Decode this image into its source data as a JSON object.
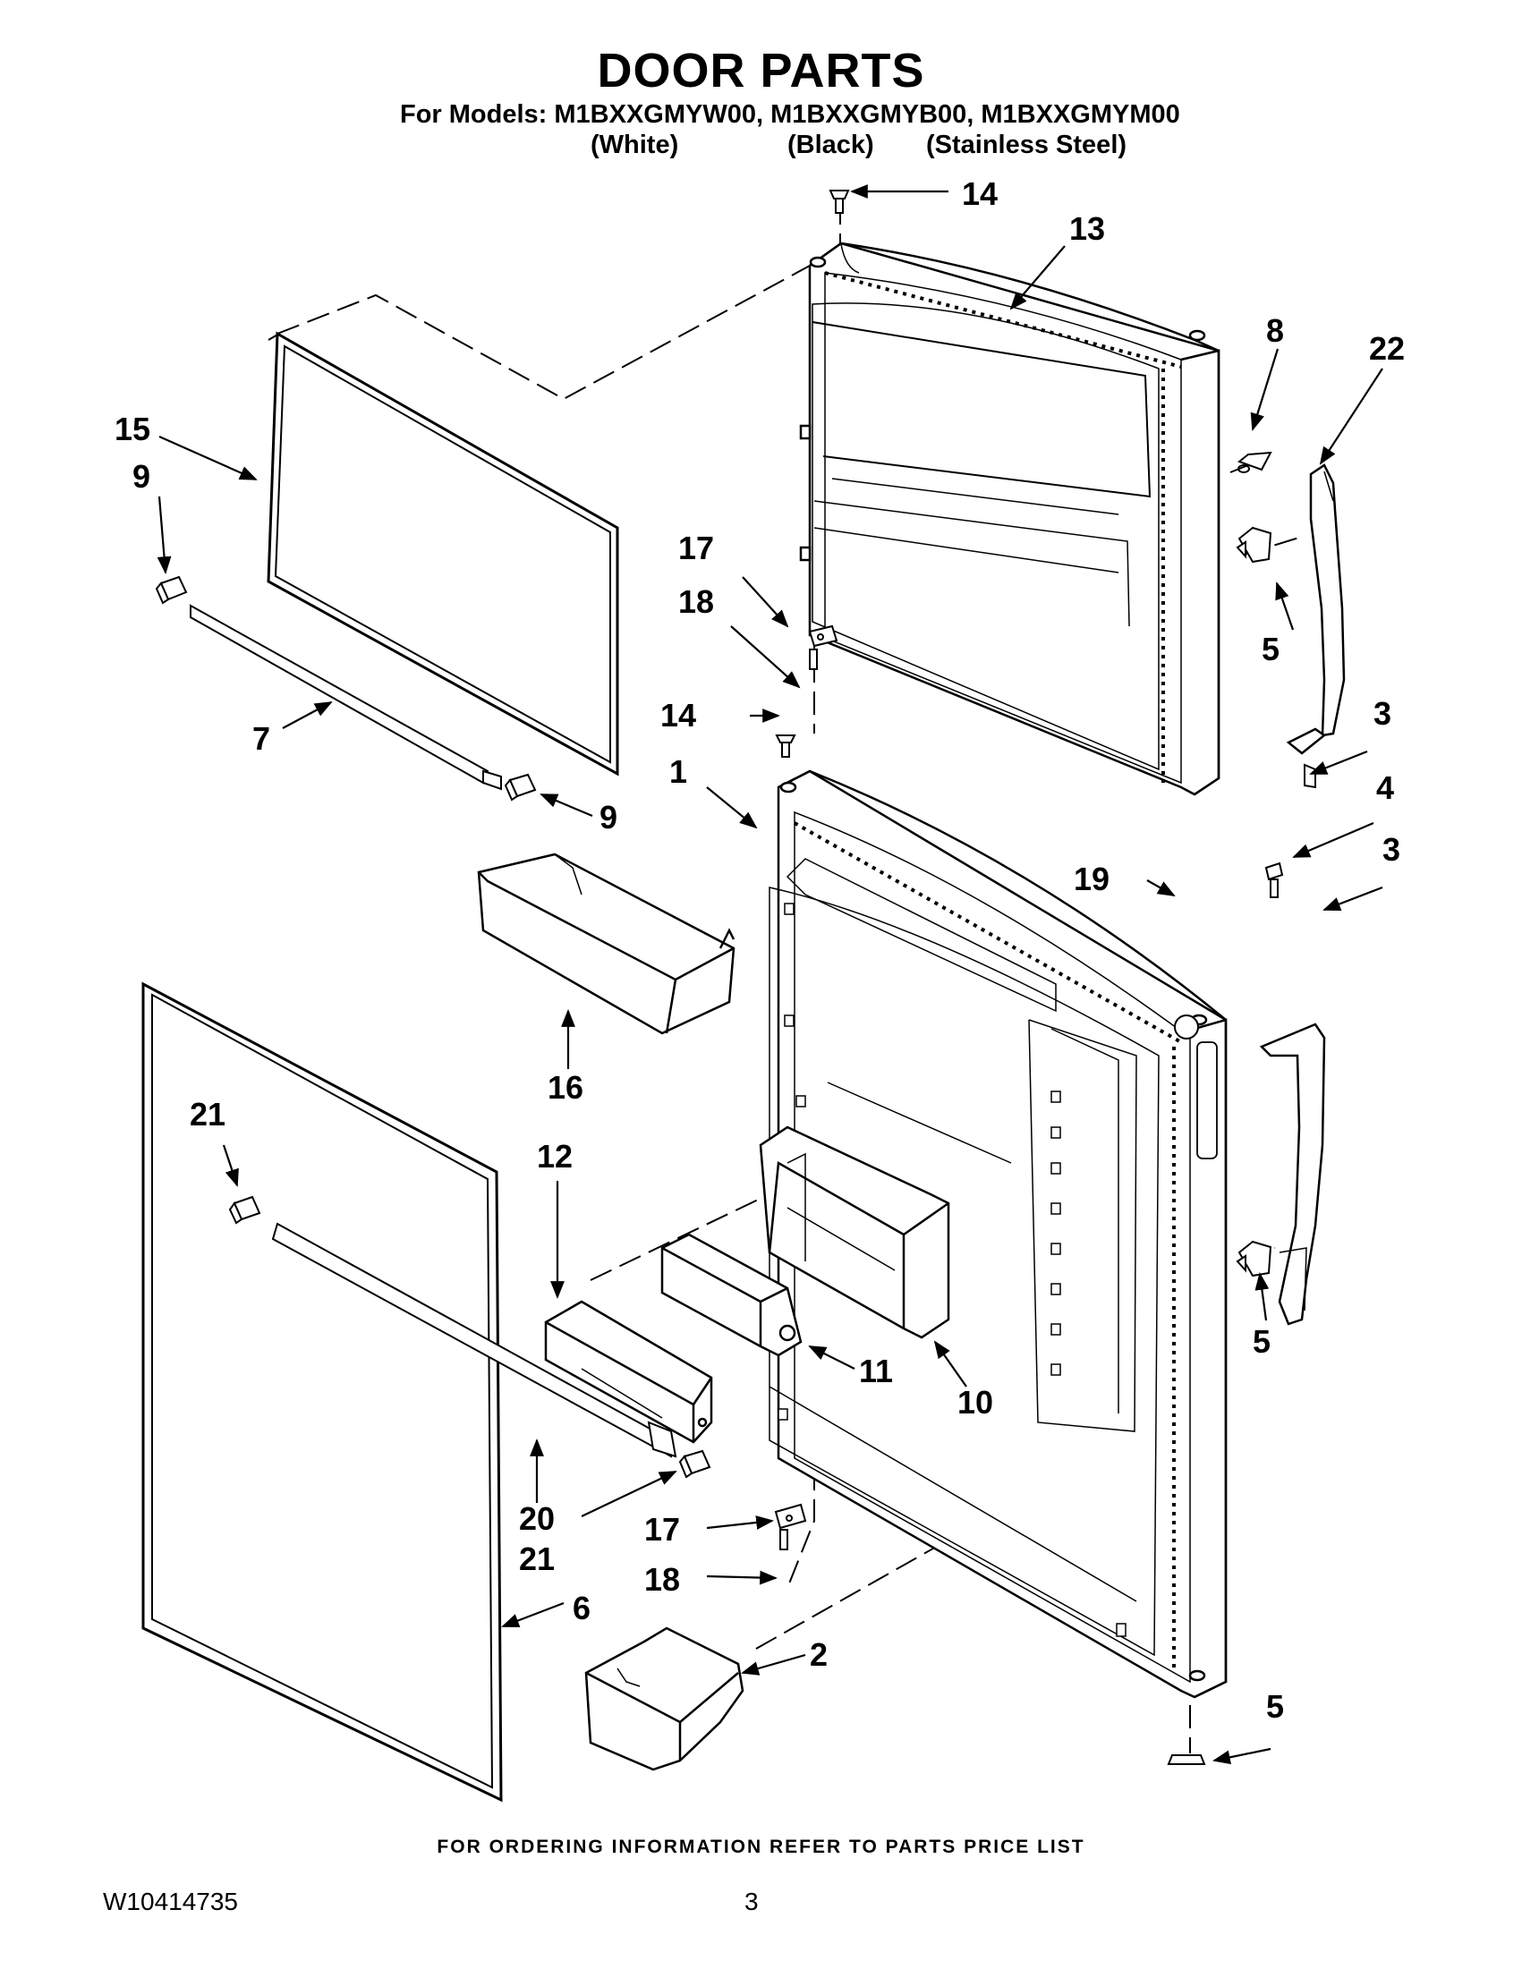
{
  "header": {
    "title": "DOOR PARTS",
    "models_line": "For Models: M1BXXGMYW00, M1BXXGMYB00, M1BXXGMYM00",
    "variants": [
      "(White)",
      "(Black)",
      "(Stainless Steel)"
    ]
  },
  "callouts": [
    "1",
    "2",
    "3",
    "3",
    "4",
    "5",
    "5",
    "5",
    "6",
    "7",
    "8",
    "9",
    "9",
    "10",
    "11",
    "12",
    "13",
    "14",
    "14",
    "15",
    "16",
    "17",
    "17",
    "18",
    "18",
    "19",
    "20",
    "21",
    "21",
    "22"
  ],
  "footer": {
    "ordering_note": "FOR ORDERING INFORMATION REFER TO PARTS PRICE LIST",
    "doc_number": "W10414735",
    "page_number": "3"
  }
}
